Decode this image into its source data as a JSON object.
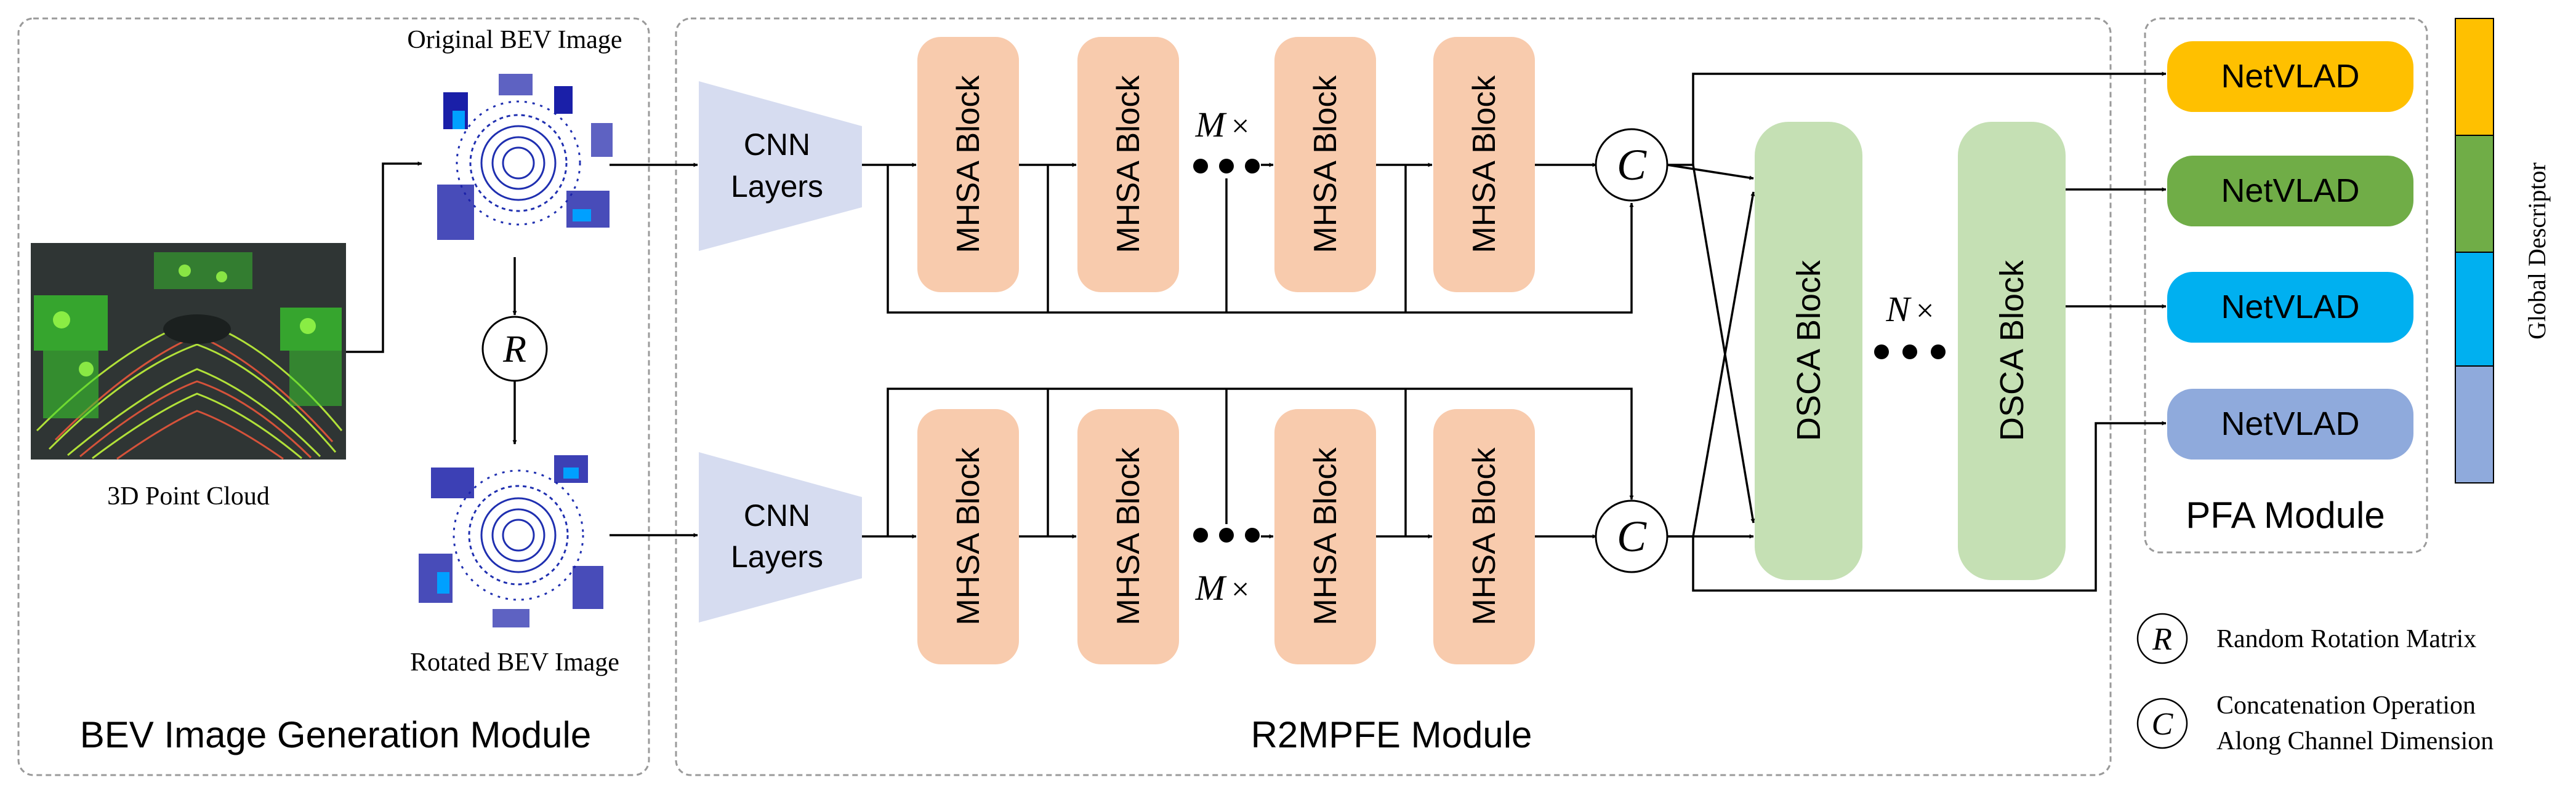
{
  "modules": {
    "bev": "BEV Image Generation Module",
    "r2mpfe": "R2MPFE Module",
    "pfa": "PFA Module"
  },
  "images": {
    "point_cloud": "3D Point Cloud",
    "original_bev": "Original BEV Image",
    "rotated_bev": "Rotated BEV Image"
  },
  "blocks": {
    "cnn_line1": "CNN",
    "cnn_line2": "Layers",
    "mhsa": "MHSA Block",
    "dsca": "DSCA Block",
    "netvlad": "NetVLAD",
    "global_descriptor": "Global Descriptor"
  },
  "repeat": {
    "m": "M",
    "n": "N",
    "times": "×"
  },
  "ops": {
    "r": "R",
    "c": "C"
  },
  "legend": {
    "r_label": "Random Rotation Matrix",
    "c_label_line1": "Concatenation Operation",
    "c_label_line2": "Along Channel Dimension"
  },
  "colors": {
    "mhsa": "#f8cbad",
    "dsca": "#c5e0b4",
    "cnn": "#d6dcf0",
    "netvlad_1": "#ffc000",
    "netvlad_2": "#70ad47",
    "netvlad_3": "#00b0f0",
    "netvlad_4": "#8faadc"
  }
}
